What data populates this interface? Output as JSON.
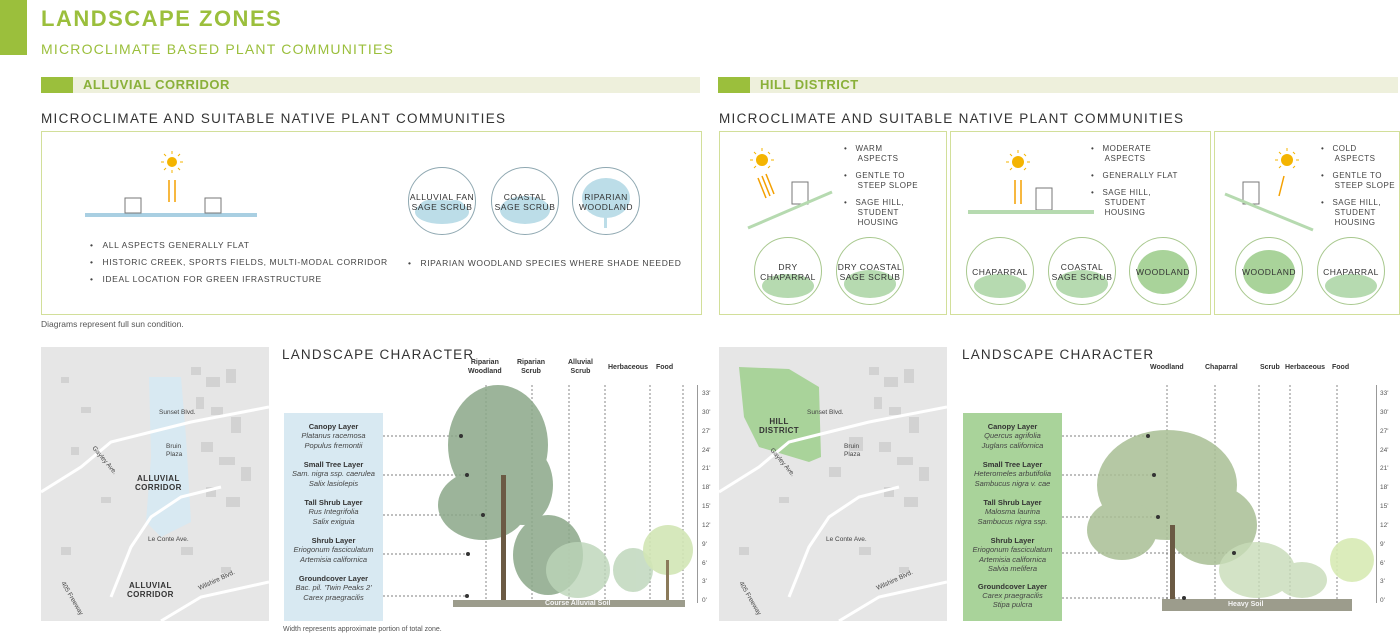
{
  "header": {
    "title": "LANDSCAPE ZONES",
    "subtitle": "MICROCLIMATE BASED PLANT COMMUNITIES"
  },
  "alluvial": {
    "band_label": "ALLUVIAL CORRIDOR",
    "section_heading": "MICROCLIMATE AND SUITABLE NATIVE PLANT COMMUNITIES",
    "bullets": [
      "ALL ASPECTS GENERALLY FLAT",
      "HISTORIC CREEK, SPORTS FIELDS, MULTI-MODAL CORRIDOR",
      "IDEAL LOCATION FOR GREEN IFRASTRUCTURE"
    ],
    "circles": [
      {
        "line1": "ALLUVIAL FAN",
        "line2": "SAGE SCRUB"
      },
      {
        "line1": "COASTAL",
        "line2": "SAGE SCRUB"
      },
      {
        "line1": "RIPARIAN",
        "line2": "WOODLAND"
      }
    ],
    "riparian_note": "RIPARIAN WOODLAND SPECIES WHERE SHADE NEEDED",
    "diagram_note": "Diagrams represent full sun condition.",
    "map": {
      "zone_label_1": "ALLUVIAL",
      "zone_label_2": "CORRIDOR",
      "zone2_label_1": "ALLUVIAL",
      "zone2_label_2": "CORRIDOR",
      "streets": [
        "Sunset Blvd.",
        "Bruin",
        "Plaza",
        "Gayley Ave.",
        "Le Conte Ave.",
        "Wilshire Blvd.",
        "405 Freeway"
      ]
    },
    "character_heading": "LANDSCAPE CHARACTER",
    "columns": [
      {
        "l1": "Riparian",
        "l2": "Woodland"
      },
      {
        "l1": "Riparian",
        "l2": "Scrub"
      },
      {
        "l1": "Alluvial",
        "l2": "Scrub"
      },
      {
        "l1": "Herbaceous",
        "l2": ""
      },
      {
        "l1": "Food",
        "l2": ""
      }
    ],
    "layers": [
      {
        "name": "Canopy Layer",
        "s1": "Platanus racemosa",
        "s2": "Populus fremontii"
      },
      {
        "name": "Small Tree Layer",
        "s1": "Sam. nigra ssp. caerulea",
        "s2": "Salix lasiolepis"
      },
      {
        "name": "Tall Shrub Layer",
        "s1": "Rus Integrifolia",
        "s2": "Salix exiguia"
      },
      {
        "name": "Shrub Layer",
        "s1": "Eriogonum fasciculatum",
        "s2": "Artemisia californica"
      },
      {
        "name": "Groundcover Layer",
        "s1": "Bac. pil. 'Twin Peaks 2'",
        "s2": "Carex praegracilis"
      }
    ],
    "soil": "Course Alluvial Soil",
    "width_note": "Width represents approximate portion of total zone."
  },
  "hill": {
    "band_label": "HILL DISTRICT",
    "section_heading": "MICROCLIMATE AND SUITABLE NATIVE PLANT COMMUNITIES",
    "panels": [
      {
        "bullets": [
          [
            "WARM",
            "ASPECTS"
          ],
          [
            "GENTLE TO",
            "STEEP SLOPE"
          ],
          [
            "SAGE HILL,",
            "STUDENT",
            "HOUSING"
          ]
        ],
        "circles": [
          [
            "DRY",
            "CHAPARRAL"
          ],
          [
            "DRY COASTAL",
            "SAGE SCRUB"
          ]
        ]
      },
      {
        "bullets": [
          [
            "MODERATE",
            "ASPECTS"
          ],
          [
            "GENERALLY FLAT"
          ],
          [
            "SAGE HILL,",
            "STUDENT",
            "HOUSING"
          ]
        ],
        "circles": [
          [
            "CHAPARRAL"
          ],
          [
            "COASTAL",
            "SAGE SCRUB"
          ],
          [
            "WOODLAND"
          ]
        ]
      },
      {
        "bullets": [
          [
            "COLD",
            "ASPECTS"
          ],
          [
            "GENTLE TO",
            "STEEP SLOPE"
          ],
          [
            "SAGE HILL,",
            "STUDENT",
            "HOUSING"
          ]
        ],
        "circles": [
          [
            "WOODLAND"
          ],
          [
            "CHAPARRAL"
          ]
        ]
      }
    ],
    "map": {
      "zone_label_1": "HILL",
      "zone_label_2": "DISTRICT",
      "streets": [
        "Sunset Blvd.",
        "Bruin",
        "Plaza",
        "Gayley Ave.",
        "Le Conte Ave.",
        "Wilshire Blvd.",
        "405 Freeway"
      ]
    },
    "character_heading": "LANDSCAPE CHARACTER",
    "columns": [
      {
        "l1": "Woodland",
        "l2": ""
      },
      {
        "l1": "Chaparral",
        "l2": ""
      },
      {
        "l1": "Scrub",
        "l2": ""
      },
      {
        "l1": "Herbaceous",
        "l2": ""
      },
      {
        "l1": "Food",
        "l2": ""
      }
    ],
    "layers": [
      {
        "name": "Canopy Layer",
        "s1": "Quercus agrifolia",
        "s2": "Juglans californica",
        "s3": ""
      },
      {
        "name": "Small Tree Layer",
        "s1": "Heteromeles arbutifolia",
        "s2": "Sambucus nigra v. cae",
        "s3": ""
      },
      {
        "name": "Tall Shrub Layer",
        "s1": "Malosma laurina",
        "s2": "Sambucus nigra ssp.",
        "s3": ""
      },
      {
        "name": "Shrub Layer",
        "s1": "Eriogonum fasciculatum",
        "s2": "Artemisia californica",
        "s3": "Salvia melifera"
      },
      {
        "name": "Groundcover Layer",
        "s1": "Carex praegracilis",
        "s2": "Stipa pulcra",
        "s3": ""
      }
    ],
    "soil": "Heavy Soil"
  },
  "scale": [
    "33'",
    "30'",
    "27'",
    "24'",
    "21'",
    "18'",
    "15'",
    "12'",
    "9'",
    "6'",
    "3'",
    "0'"
  ],
  "colors": {
    "accent": "#9bbf3c",
    "band": "#eef0dc",
    "water": "#d8e9f2",
    "hill": "#a9d39a"
  }
}
